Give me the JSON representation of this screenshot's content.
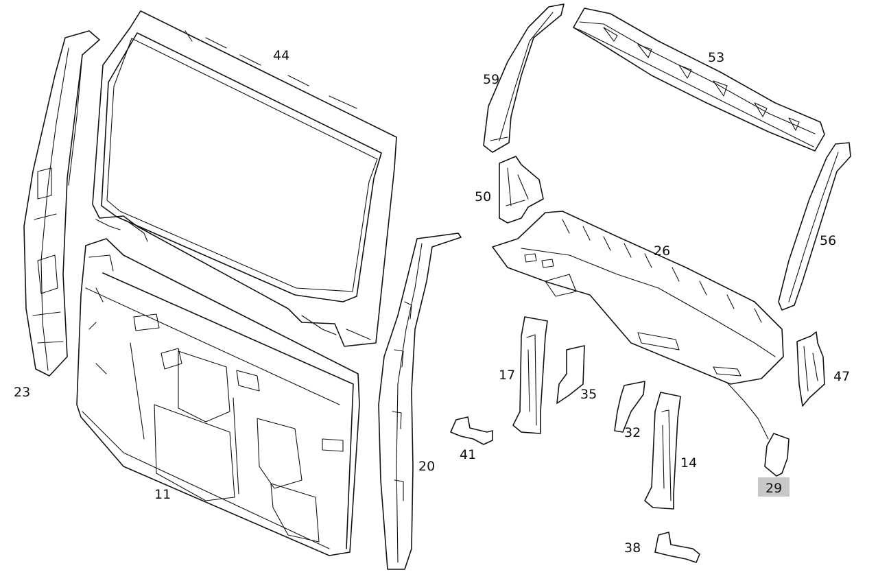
{
  "callouts": [
    {
      "id": "p44",
      "label": "44"
    },
    {
      "id": "p23",
      "label": "23"
    },
    {
      "id": "p11",
      "label": "11"
    },
    {
      "id": "p20",
      "label": "20"
    },
    {
      "id": "p59",
      "label": "59"
    },
    {
      "id": "p53",
      "label": "53"
    },
    {
      "id": "p50",
      "label": "50"
    },
    {
      "id": "p26",
      "label": "26"
    },
    {
      "id": "p56",
      "label": "56"
    },
    {
      "id": "p17",
      "label": "17"
    },
    {
      "id": "p35",
      "label": "35"
    },
    {
      "id": "p41",
      "label": "41"
    },
    {
      "id": "p32",
      "label": "32"
    },
    {
      "id": "p14",
      "label": "14"
    },
    {
      "id": "p47",
      "label": "47"
    },
    {
      "id": "p29",
      "label": "29",
      "highlighted": true
    },
    {
      "id": "p38",
      "label": "38"
    }
  ],
  "colors": {
    "line": "#111111",
    "highlight": "#c8c8c8",
    "background": "#ffffff"
  }
}
